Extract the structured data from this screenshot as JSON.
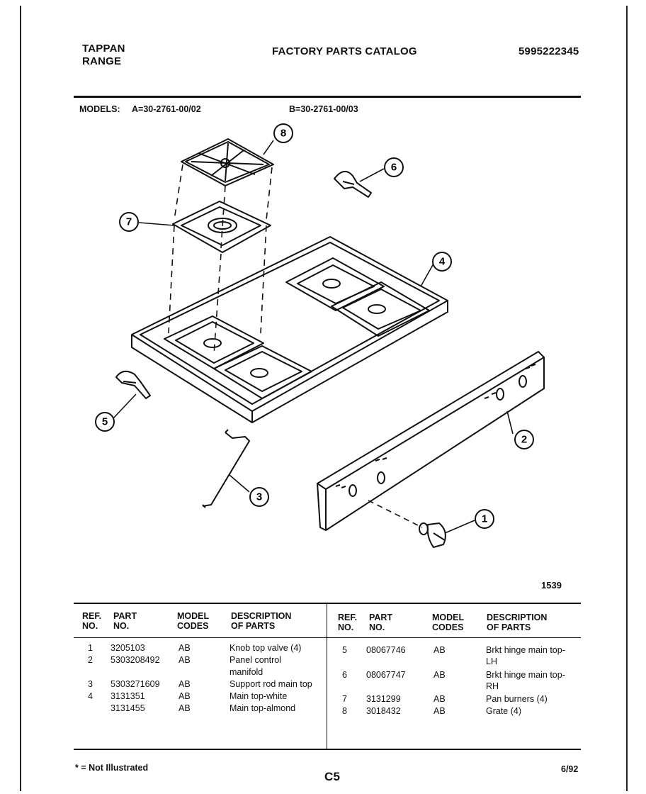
{
  "header": {
    "brand_line1": "TAPPAN",
    "brand_line2": "RANGE",
    "catalog_title": "FACTORY PARTS CATALOG",
    "catalog_number": "5995222345"
  },
  "models": {
    "label": "MODELS:",
    "model_a": "A=30-2761-00/02",
    "model_b": "B=30-2761-00/03"
  },
  "diagram": {
    "figure_number": "1539",
    "callouts": [
      "1",
      "2",
      "3",
      "4",
      "5",
      "6",
      "7",
      "8"
    ]
  },
  "table": {
    "headers": {
      "ref_1": "REF.",
      "ref_2": "NO.",
      "part_1": "PART",
      "part_2": "NO.",
      "model_1": "MODEL",
      "model_2": "CODES",
      "desc_1": "DESCRIPTION",
      "desc_2": "OF PARTS"
    },
    "left_rows": [
      {
        "ref": "1",
        "part": "3205103",
        "code": "AB",
        "desc": "Knob top valve (4)"
      },
      {
        "ref": "2",
        "part": "5303208492",
        "code": "AB",
        "desc": "Panel control",
        "desc2": "manifold"
      },
      {
        "ref": "3",
        "part": "5303271609",
        "code": "AB",
        "desc": "Support rod main top"
      },
      {
        "ref": "4",
        "part": "3131351",
        "code": "AB",
        "desc": "Main top-white"
      },
      {
        "ref": "",
        "part": "3131455",
        "code": "AB",
        "desc": "Main top-almond"
      }
    ],
    "right_rows": [
      {
        "ref": "5",
        "part": "08067746",
        "code": "AB",
        "desc": "Brkt hinge main top-",
        "desc2": "LH"
      },
      {
        "ref": "6",
        "part": "08067747",
        "code": "AB",
        "desc": "Brkt hinge main top-",
        "desc2": "RH"
      },
      {
        "ref": "7",
        "part": "3131299",
        "code": "AB",
        "desc": "Pan burners (4)"
      },
      {
        "ref": "8",
        "part": "3018432",
        "code": "AB",
        "desc": "Grate (4)"
      }
    ]
  },
  "footer": {
    "note": "* = Not Illustrated",
    "page_code": "C5",
    "date": "6/92"
  }
}
